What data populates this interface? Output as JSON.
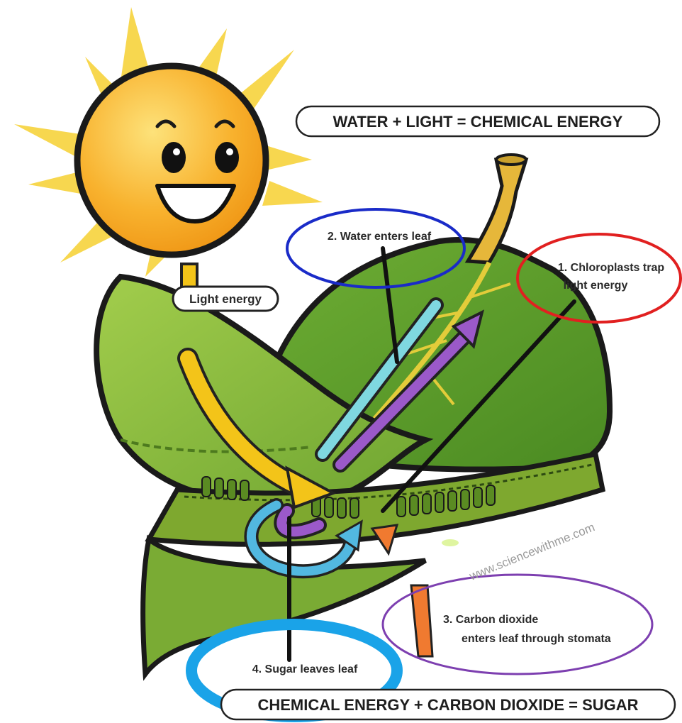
{
  "top_equation": "WATER + LIGHT = CHEMICAL ENERGY",
  "bottom_equation": "CHEMICAL ENERGY + CARBON DIOXIDE = SUGAR",
  "labels": {
    "light": "Light energy",
    "water": "2. Water enters leaf",
    "chloro_line1": "1. Chloroplasts trap",
    "chloro_line2": "light energy",
    "co2_line1": "3. Carbon dioxide",
    "co2_line2": "enters leaf through stomata",
    "sugar": "4. Sugar leaves leaf"
  },
  "watermark": "www.sciencewithme.com",
  "colors": {
    "sun": "#f6a21e",
    "leaf_dark": "#5e9a2d",
    "leaf_light": "#8cbc3c",
    "light_arrow": "#f3c419",
    "water_arrow": "#7fd8e0",
    "sugar_arrow": "#9b59c9",
    "co2_arrow": "#f07a30",
    "circle_blue": "#1a2bc8",
    "circle_red": "#e12020",
    "circle_purple": "#7d3fb0",
    "circle_cyan": "#1aa3e8"
  }
}
